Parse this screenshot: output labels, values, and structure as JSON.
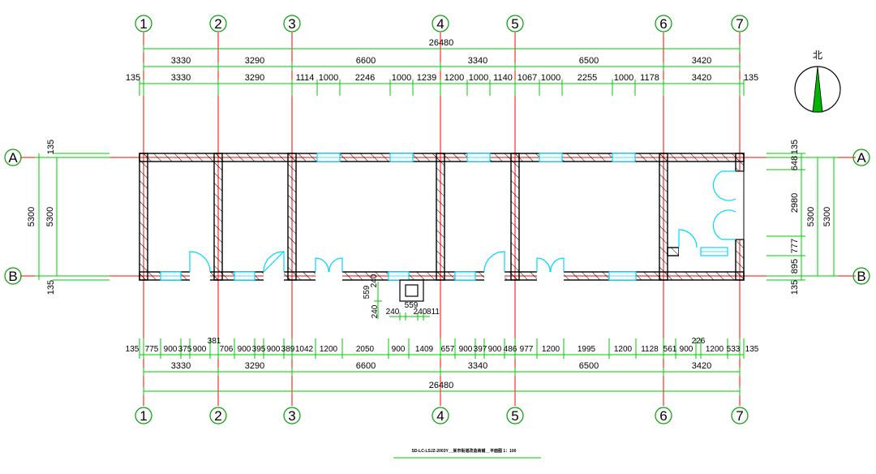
{
  "colors": {
    "axis_line": "#ff0000",
    "dimension": "#00c800",
    "wall": "#000000",
    "hatch": "#000000",
    "window": "#00d8ff",
    "door": "#00d8ff",
    "bubble": "#00a000",
    "north_fill": "#00b400"
  },
  "grid": {
    "columns": [
      "1",
      "2",
      "3",
      "4",
      "5",
      "6",
      "7"
    ],
    "rows": [
      "A",
      "B"
    ]
  },
  "top_dims": {
    "overall": "26480",
    "bays": [
      "3330",
      "3290",
      "6600",
      "3340",
      "6500",
      "3420"
    ],
    "detail": [
      "135",
      "3330",
      "3290",
      "1114",
      "1000",
      "2246",
      "1000",
      "1239",
      "1200",
      "1000",
      "1140",
      "1067",
      "1000",
      "2255",
      "1000",
      "1178",
      "3420",
      "135"
    ]
  },
  "bottom_dims": {
    "overall": "26480",
    "bays": [
      "3330",
      "3290",
      "6600",
      "3340",
      "6500",
      "3420"
    ],
    "detail": [
      "135",
      "775",
      "900",
      "375",
      "900",
      "706",
      "900",
      "395",
      "900",
      "389",
      "1042",
      "1200",
      "2050",
      "900",
      "1409",
      "657",
      "900",
      "397",
      "900",
      "486",
      "977",
      "1200",
      "1995",
      "1200",
      "1128",
      "561",
      "900",
      "1200",
      "533",
      "135"
    ],
    "extra": [
      "381",
      "226"
    ]
  },
  "left_dims": {
    "overall": "5300",
    "inner": "5300",
    "top": "135",
    "bottom": "135"
  },
  "right_dims": {
    "overall": "5300",
    "top": "135",
    "detail": [
      "648",
      "2980",
      "777",
      "895"
    ],
    "bottom": "135"
  },
  "pit_dims": [
    "559",
    "240",
    "559",
    "240",
    "240",
    "811",
    "240"
  ],
  "north_label": "北",
  "drawing_title": "SD-LC-LSJZ-2003Y__某市街道改造商铺__平面图 1：100"
}
